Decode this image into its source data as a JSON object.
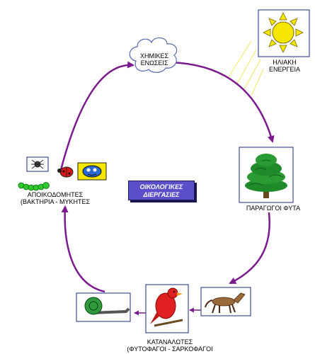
{
  "nodes": {
    "chemical": {
      "line1": "ΧΗΜΙΚΕΣ",
      "line2": "ΕΝΩΣΕΙΣ"
    },
    "solar": {
      "line1": "ΗΛΙΑΚΗ",
      "line2": "ΕΝΕΡΓΕΙΑ"
    },
    "producers": {
      "label": "ΠΑΡΑΓΩΓΟΙ ΦΥΤΑ"
    },
    "decomposers": {
      "line1": "ΑΠΟΙΚΟΔΟΜΗΤΕΣ",
      "line2": "(ΒΑΚΤΗΡΙΑ - ΜΥΚΗΤΕΣ"
    },
    "consumers": {
      "line1": "ΚΑΤΑΝΑΛΩΤΕΣ",
      "line2": "(ΦΥΤΟΦΑΓΟΙ - ΣΑΡΚΟΦΑΓΟΙ"
    }
  },
  "center": {
    "line1": "ΟΙΚΟΛΟΓΙΚΕΣ",
    "line2": "ΔΙΕΡΓΑΣΙΕΣ"
  },
  "colors": {
    "arrow": "#7a1a8c",
    "sun": "#f5e600",
    "tree": "#1f8a2a",
    "center": "#5a4fc8"
  }
}
